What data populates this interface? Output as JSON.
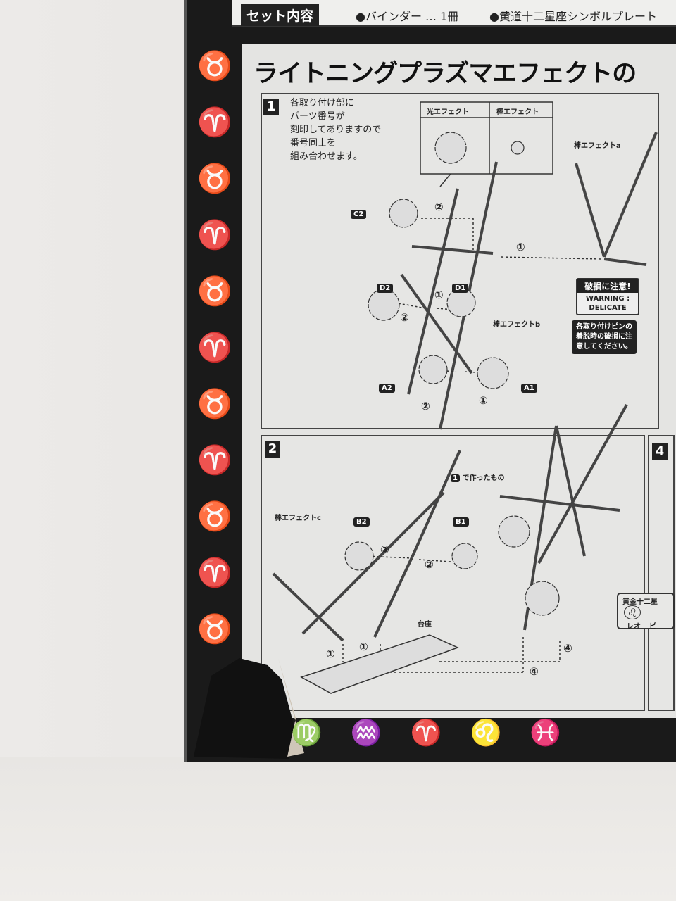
{
  "header": {
    "set_label": "セット内容",
    "items": [
      "●バインダー … 1冊",
      "●黄道十二星座シンボルプレート"
    ]
  },
  "title": "ライトニングプラズマエフェクトの",
  "step1": {
    "number": "1",
    "instruction": [
      "各取り付け部に",
      "パーツ番号が",
      "刻印してありますので",
      "番号同士を",
      "組み合わせます。"
    ],
    "inset_headers": [
      "光エフェクト",
      "棒エフェクト"
    ],
    "labels": {
      "rod_a": "棒エフェクトa",
      "rod_b": "棒エフェクトb",
      "c2": "C2",
      "d2": "D2",
      "d1": "D1",
      "a2": "A2",
      "a1": "A1"
    },
    "warning": {
      "title": "破損に注意!",
      "body": "WARNING : DELICATE",
      "note": "各取り付けピンの着脱時の破損に注意してください。"
    }
  },
  "step2": {
    "number": "2",
    "labels": {
      "rod_c": "棒エフェクトc",
      "b2": "B2",
      "b1": "B1",
      "made_in_1": "で作ったもの",
      "made_ref": "1",
      "base": "台座"
    }
  },
  "step4": {
    "number": "4",
    "badge_title": "黄金十二星",
    "badge_items": [
      "レオ",
      "ピ"
    ]
  },
  "circled": {
    "one": "①",
    "two": "②",
    "three": "③",
    "four": "④"
  }
}
